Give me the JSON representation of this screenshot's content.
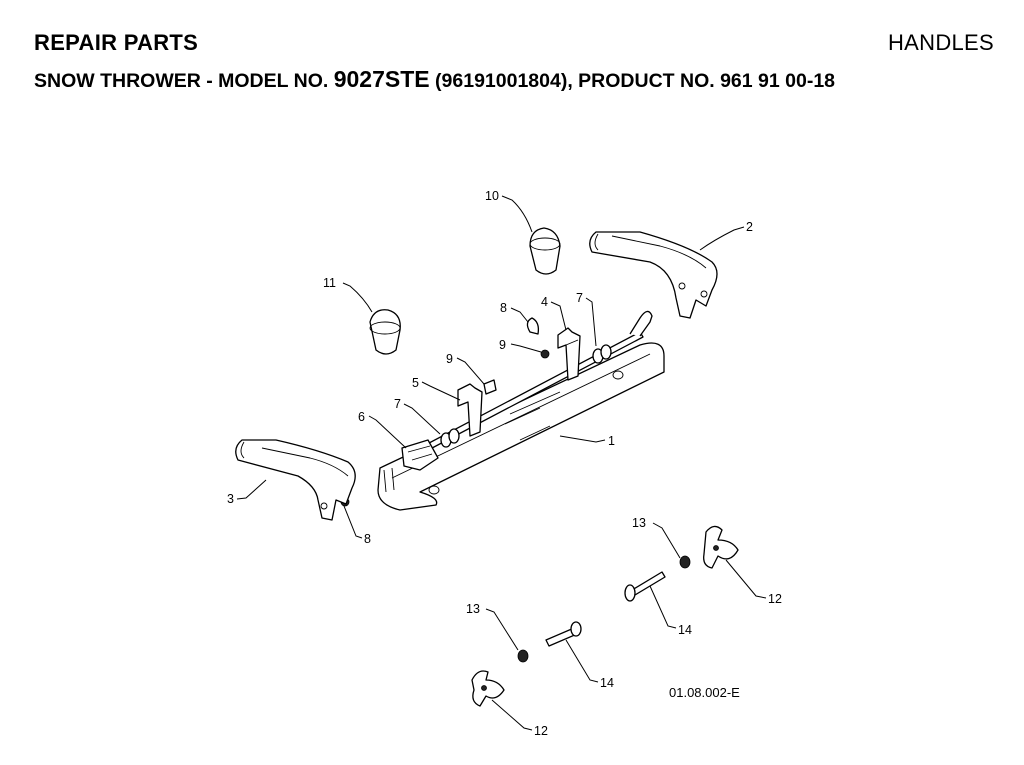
{
  "header": {
    "left_title": "REPAIR PARTS",
    "right_title": "HANDLES"
  },
  "subtitle": {
    "prefix": "SNOW THROWER - MODEL NO.",
    "model": "9027STE",
    "suffix": "(96191001804), PRODUCT NO. 961 91 00-18"
  },
  "callouts": {
    "c1": "1",
    "c2": "2",
    "c3": "3",
    "c4": "4",
    "c5": "5",
    "c6": "6",
    "c7a": "7",
    "c7b": "7",
    "c8a": "8",
    "c8b": "8",
    "c9a": "9",
    "c9b": "9",
    "c10": "10",
    "c11": "11",
    "c12a": "12",
    "c12b": "12",
    "c13a": "13",
    "c13b": "13",
    "c14a": "14",
    "c14b": "14"
  },
  "reference_code": "01.08.002-E"
}
